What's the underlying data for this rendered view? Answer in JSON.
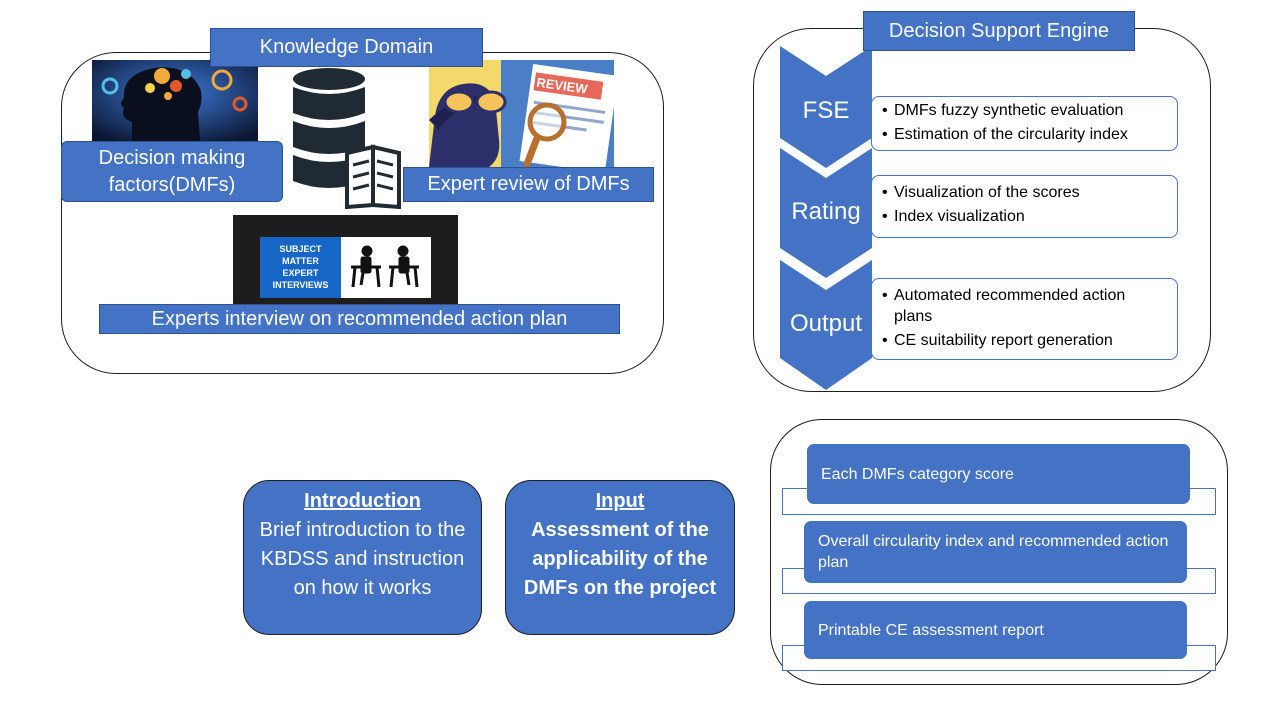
{
  "knowledge_domain": {
    "title": "Knowledge Domain",
    "dmfs_label": "Decision making factors(DMFs)",
    "expert_review_label": "Expert review of DMFs",
    "interview_label": "Experts interview on recommended action plan",
    "review_stamp_text": "REVIEW",
    "sme_text_lines": [
      "SUBJECT",
      "MATTER",
      "EXPERT",
      "INTERVIEWS"
    ]
  },
  "decision_support_engine": {
    "title": "Decision Support Engine",
    "stages": [
      {
        "label": "FSE",
        "bullets": [
          "DMFs fuzzy synthetic evaluation",
          "Estimation of the circularity index"
        ]
      },
      {
        "label": "Rating",
        "bullets": [
          "Visualization of the scores",
          "Index visualization"
        ]
      },
      {
        "label": "Output",
        "bullets": [
          "Automated recommended action plans",
          "CE suitability report generation"
        ]
      }
    ]
  },
  "introduction": {
    "title": "Introduction",
    "body": "Brief introduction to the KBDSS and instruction on how it works"
  },
  "input": {
    "title": "Input",
    "body": "Assessment of the applicability of the DMFs on the project"
  },
  "outputs": [
    "Each DMFs category score",
    "Overall circularity index and recommended action plan",
    "Printable CE assessment report"
  ],
  "colors": {
    "accent_blue": "#4472c4",
    "accent_border": "#2f528f",
    "panel_border": "#1f1f1f"
  }
}
